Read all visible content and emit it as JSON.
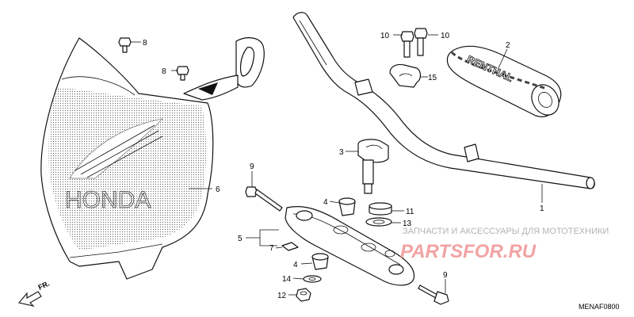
{
  "callouts": [
    {
      "id": "c8a",
      "number": "8"
    },
    {
      "id": "c8b",
      "number": "8"
    },
    {
      "id": "c10a",
      "number": "10"
    },
    {
      "id": "c10b",
      "number": "10"
    },
    {
      "id": "c2",
      "number": "2"
    },
    {
      "id": "c15",
      "number": "15"
    },
    {
      "id": "c3",
      "number": "3"
    },
    {
      "id": "c9a",
      "number": "9"
    },
    {
      "id": "c6",
      "number": "6"
    },
    {
      "id": "c4a",
      "number": "4"
    },
    {
      "id": "c11",
      "number": "11"
    },
    {
      "id": "c13",
      "number": "13"
    },
    {
      "id": "c1",
      "number": "1"
    },
    {
      "id": "c5",
      "number": "5"
    },
    {
      "id": "c7",
      "number": "7"
    },
    {
      "id": "c4b",
      "number": "4"
    },
    {
      "id": "c14",
      "number": "14"
    },
    {
      "id": "c12",
      "number": "12"
    },
    {
      "id": "c9b",
      "number": "9"
    }
  ],
  "plate_brand": "HONDA",
  "grip_brand": "RENTHAL",
  "direction_label": "FR.",
  "watermark_line1": "ЗАПЧАСТИ И АКСЕССУАРЫ ДЛЯ МОТОТЕХНИКИ",
  "watermark_line2": "PARTSFOR.RU",
  "diagram_code": "MENAF0800"
}
